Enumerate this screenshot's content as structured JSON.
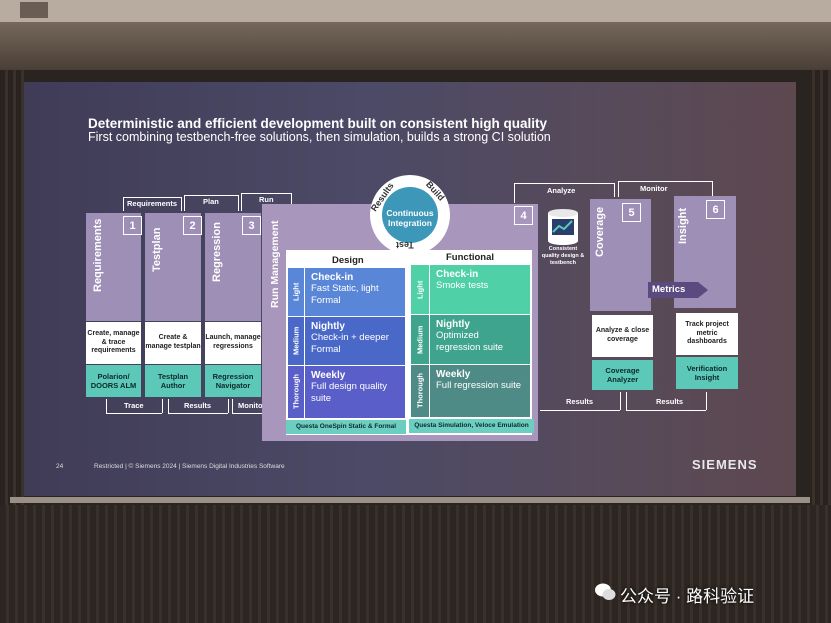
{
  "slide": {
    "title": "Deterministic and efficient development built on consistent high quality",
    "subtitle": "First combining testbench-free solutions, then simulation, builds a strong CI solution",
    "page_number": "24",
    "footer": "Restricted | © Siemens 2024 | Siemens Digital Industries Software",
    "brand": "SIEMENS"
  },
  "steps": [
    {
      "num": "1",
      "name": "Requirements",
      "label": "Create, manage & trace requirements",
      "tool": "Polarion/ DOORS ALM"
    },
    {
      "num": "2",
      "name": "Testplan",
      "label": "Create & manage testplan",
      "tool": "Testplan Author"
    },
    {
      "num": "3",
      "name": "Regression",
      "label": "Launch, manage regressions",
      "tool": "Regression Navigator"
    },
    {
      "num": "4",
      "name": "Run Management"
    },
    {
      "num": "5",
      "name": "Coverage",
      "label": "Analyze & close coverage",
      "tool": "Coverage Analyzer"
    },
    {
      "num": "6",
      "name": "Insight",
      "label": "Track project metric dashboards",
      "tool": "Verification Insight"
    }
  ],
  "arrows": {
    "requirements": "Requirements",
    "plan": "Plan",
    "run": "Run",
    "trace": "Trace",
    "results_left": "Results",
    "monitor_left": "Monitor",
    "analyze": "Analyze",
    "monitor_right": "Monitor",
    "results_mid": "Results",
    "results_right": "Results",
    "metrics": "Metrics"
  },
  "ci_cycle": {
    "center": "Continuous Integration",
    "results": "Results",
    "build": "Build",
    "test": "Test"
  },
  "db": {
    "label": "Consistent quality design & testbench"
  },
  "matrix": {
    "design_header": "Design",
    "functional_header": "Functional",
    "rows": [
      {
        "level": "Light",
        "design_title": "Check-in",
        "design_sub": "Fast Static, light Formal",
        "func_title": "Check-in",
        "func_sub": "Smoke tests"
      },
      {
        "level": "Medium",
        "design_title": "Nightly",
        "design_sub": "Check-in + deeper Formal",
        "func_title": "Nightly",
        "func_sub": "Optimized regression suite"
      },
      {
        "level": "Thorough",
        "design_title": "Weekly",
        "design_sub": "Full design quality suite",
        "func_title": "Weekly",
        "func_sub": "Full regression suite"
      }
    ],
    "design_footer": "Questa OneSpin Static & Formal",
    "functional_footer": "Questa Simulation, Veloce Emulation"
  },
  "watermark": "公众号 · 路科验证",
  "colors": {
    "check_design": "#5a86d8",
    "nightly_design": "#4a68c8",
    "weekly_design": "#5a5ec8",
    "check_func": "#4fd0a6",
    "nightly_func": "#3fa48e",
    "weekly_func": "#4e8a86",
    "tool": "#5cc8b8",
    "lavender": "#9e8fb6"
  }
}
